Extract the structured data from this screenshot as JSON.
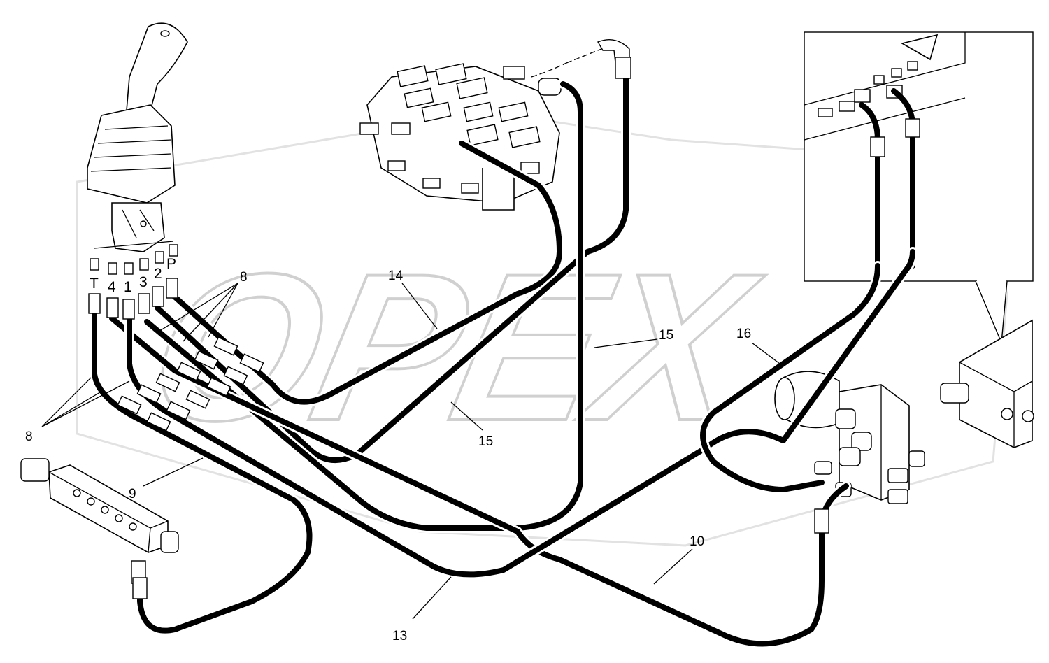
{
  "watermark": {
    "text": "OPEX"
  },
  "port_labels": [
    "T",
    "4",
    "1",
    "3",
    "2",
    "P"
  ],
  "callouts": {
    "c8_top": "8",
    "c8_left": "8",
    "c9": "9",
    "c10": "10",
    "c13": "13",
    "c14": "14",
    "c15_right": "15",
    "c15_low": "15",
    "c16": "16"
  }
}
